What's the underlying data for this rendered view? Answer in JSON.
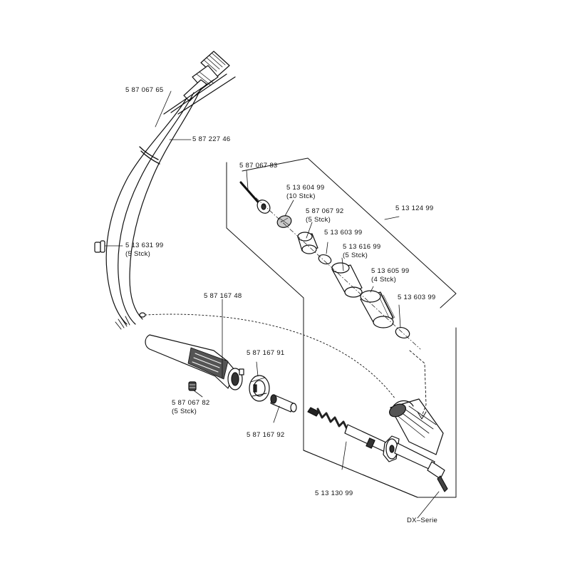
{
  "parts": {
    "hose_connector": "5 87 067 65",
    "hose": "5 87 227 46",
    "clip": {
      "number": "5 13 631 99",
      "qty": "(5  Stck)"
    },
    "handle": "5 87 167 48",
    "set_screw": {
      "number": "5 87 067 82",
      "qty": "(5  Stck)"
    },
    "ring": "5 87 167 91",
    "sleeve": "5 87 167 92",
    "heater_assembly": "5 13 130 99",
    "nozzle_pin": "5 87 067 83",
    "filter": {
      "number": "5 13 604 99",
      "qty": "(10  Stck)"
    },
    "cap": {
      "number": "5 87 067 92",
      "qty": "(5  Stck)"
    },
    "o_ring_upper": "5 13 603 99",
    "nozzle_sleeve": {
      "number": "5 13 616 99",
      "qty": "(5  Stck)"
    },
    "nozzle_kit": "5 13 124 99",
    "knurled_sleeve": {
      "number": "5 13 605 99",
      "qty": "(4  Stck)"
    },
    "o_ring_lower": "5 13 603 99"
  },
  "series_label": "DX–Serie"
}
